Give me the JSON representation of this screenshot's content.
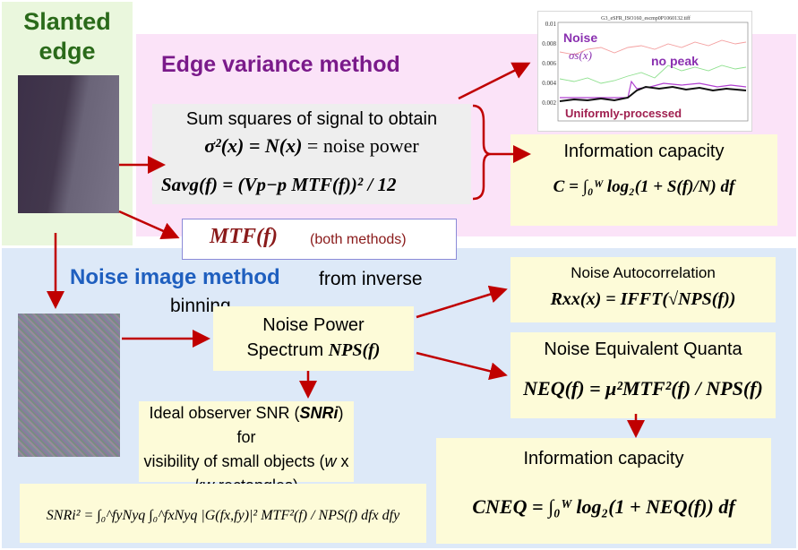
{
  "slanted_edge": {
    "title_line1": "Slanted",
    "title_line2": "edge"
  },
  "edge_variance": {
    "title": "Edge variance method",
    "sum_line1": "Sum squares of signal to obtain",
    "sum_line2_prefix": "σ²(x) = N(x)",
    "sum_line2_suffix": " = noise power",
    "savg_formula": "Savg(f) = (Vp−p MTF(f))² / 12"
  },
  "noise_plot": {
    "title": "G3_eSFR_ISO160_escmp0P1060132.tiff",
    "label_noise": "Noise",
    "label_sigma": "σs(x)",
    "label_no_peak": "no peak",
    "label_uniform": "Uniformly-processed",
    "y_ticks": [
      "0.01",
      "0.008",
      "0.006",
      "0.004",
      "0.002"
    ]
  },
  "info_capacity": {
    "title": "Information capacity",
    "formula": "C = ∫₀ᵂ log₂(1 + S(f)/N) df"
  },
  "mtf": {
    "label": "MTF(f)",
    "both": "(both methods)"
  },
  "noise_image": {
    "title": "Noise image method",
    "rest1": "from inverse",
    "rest2": "binning"
  },
  "nps": {
    "line1": "Noise Power",
    "line2_prefix": "Spectrum ",
    "line2_em": "NPS(f)"
  },
  "snri": {
    "line1_prefix": "Ideal observer SNR (",
    "line1_em": "SNRi",
    "line1_suffix": ") for",
    "line2": "visibility of small objects (",
    "line2_em": "w",
    "line2_suffix": " x",
    "line3_em": "kw",
    "line3_suffix": " rectangles)",
    "formula": "SNRi² = ∫₀^fyNyq ∫₀^fxNyq |G(fx,fy)|² MTF²(f) / NPS(f) dfx dfy"
  },
  "autocorrelation": {
    "title": "Noise Autocorrelation",
    "formula": "Rxx(x) = IFFT(√NPS(f))"
  },
  "neq": {
    "title": "Noise Equivalent Quanta",
    "formula": "NEQ(f) = μ²MTF²(f) / NPS(f)"
  },
  "info_capacity_neq": {
    "title": "Information capacity",
    "formula": "CNEQ = ∫₀ᵂ log₂(1 + NEQ(f)) df"
  },
  "colors": {
    "arrow": "#c00000",
    "edge_title": "#7a1a8a",
    "noise_title": "#1f5fbf",
    "slanted_title": "#2a6a1a",
    "plot_purple": "#8a30b0"
  }
}
